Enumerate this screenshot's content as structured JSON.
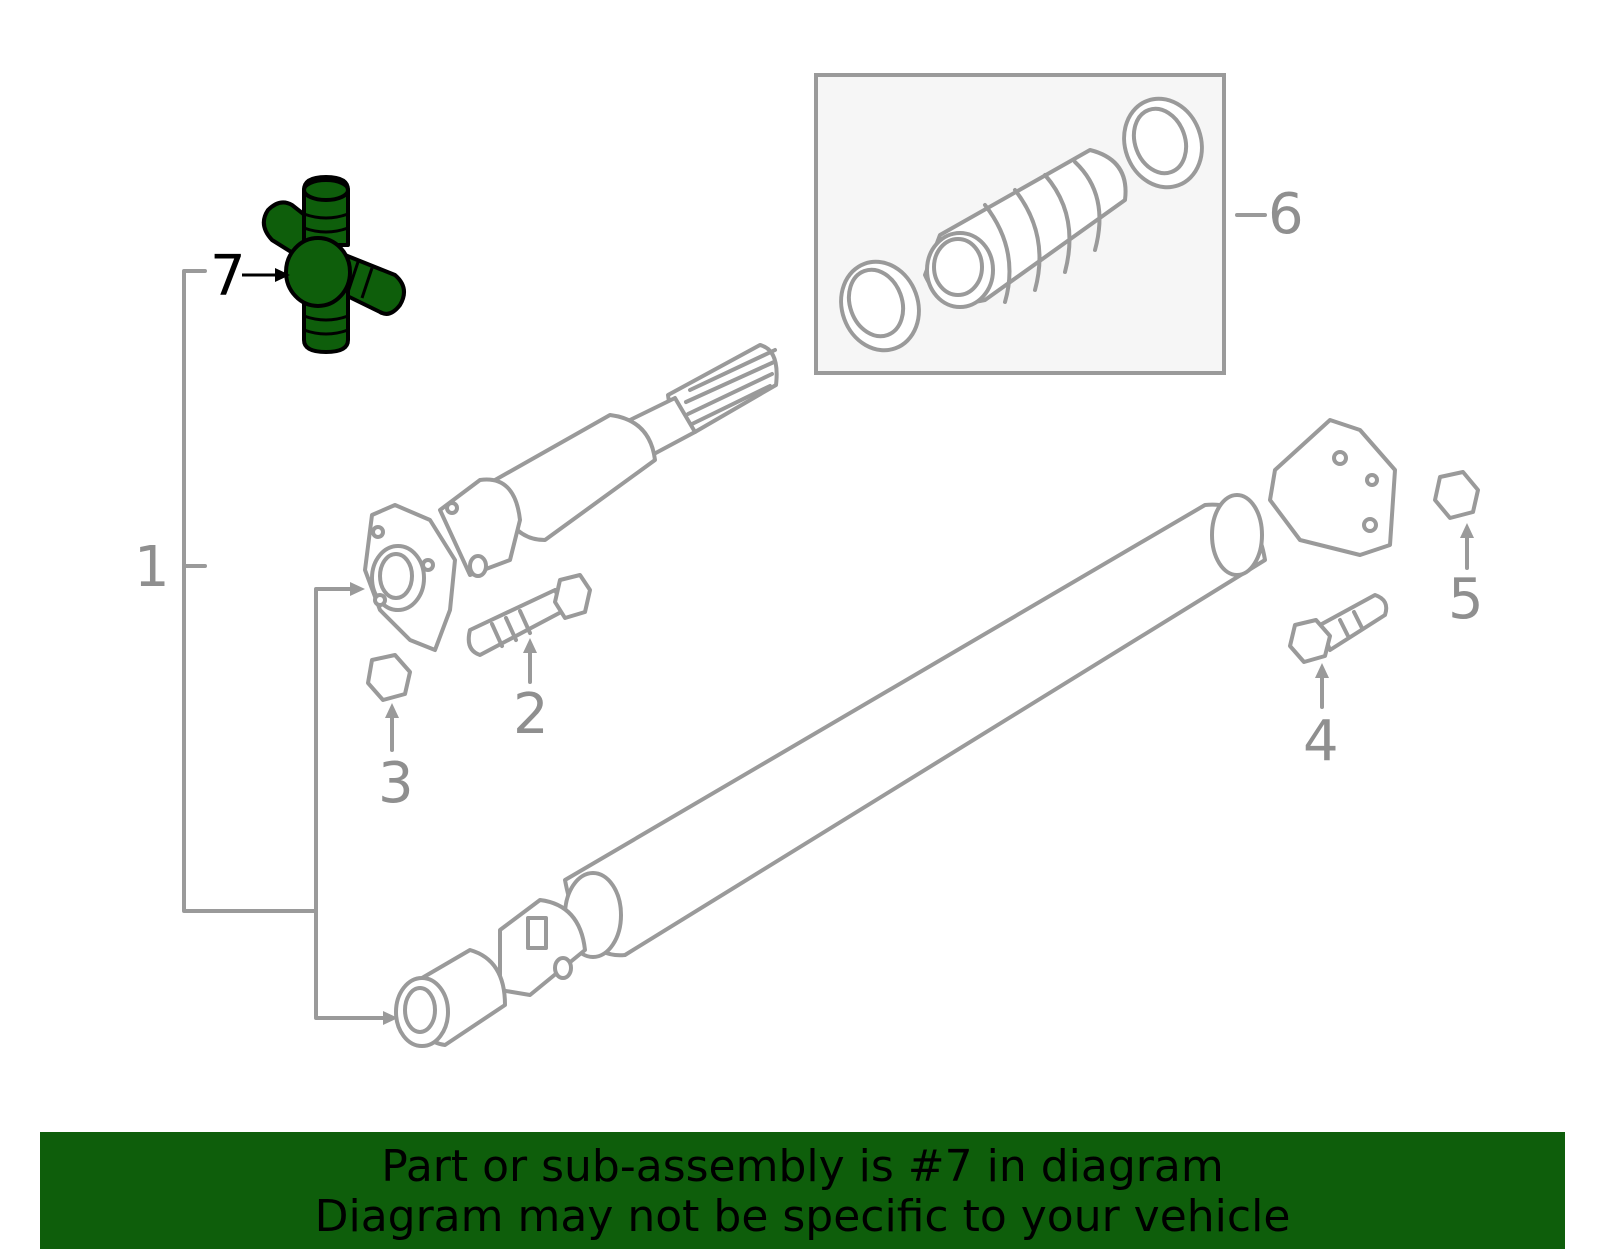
{
  "callouts": {
    "c1": "1",
    "c2": "2",
    "c3": "3",
    "c4": "4",
    "c5": "5",
    "c6": "6",
    "c7": "7"
  },
  "banner": {
    "line1": "Part or sub-assembly is #7 in diagram",
    "line2": "Diagram may not be specific to your vehicle"
  },
  "colors": {
    "highlight": "#0e5e0b",
    "line_gray": "#9a9a9a",
    "inset_bg": "#f6f6f6"
  }
}
